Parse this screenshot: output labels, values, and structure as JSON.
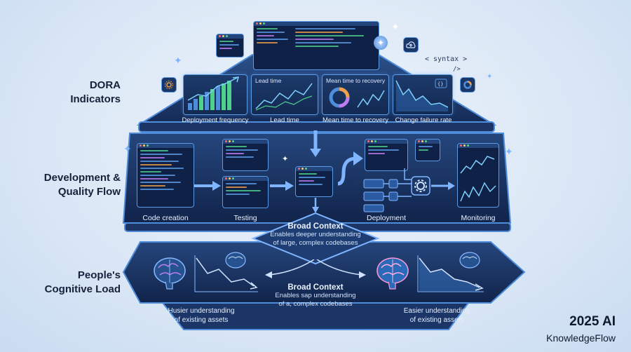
{
  "side_labels": {
    "dora_line1": "DORA",
    "dora_line2": "Indicators",
    "dev_line1": "Development &",
    "dev_line2": "Quality Flow",
    "people_line1": "People's",
    "people_line2": "Cognitive Load"
  },
  "dora": {
    "tiles": [
      {
        "header": "",
        "label": "Deployment frequency"
      },
      {
        "header": "Lead time",
        "label": "Lead time"
      },
      {
        "header": "Mean time to recovery",
        "label": "Mean time to recovery"
      },
      {
        "header": "",
        "label": "Change failure rate"
      }
    ],
    "syntax_tag": "< syntax >",
    "syntax_close": "/>"
  },
  "dev_flow": {
    "stages": [
      "Code creation",
      "Testing",
      "Deployment",
      "Monitoring"
    ],
    "context_title": "Broad Context",
    "context_body_1": "Enables deeper understanding",
    "context_body_2": "of large, complex codebases"
  },
  "cognitive": {
    "context_title": "Broad Context",
    "context_body_1": "Enables sap understanding",
    "context_body_2": "of a, complex codebases",
    "left_caption_1": "Husier understanding",
    "left_caption_2": "of existing assets",
    "right_caption_1": "Easier understanding",
    "right_caption_2": "of existing assets"
  },
  "brand": {
    "year": "2025 AI",
    "name": "KnowledgeFlow"
  },
  "colors": {
    "accent": "#5b9be6",
    "navy": "#132a52",
    "green": "#4fd18b",
    "orange": "#f0a04a",
    "purple": "#c07cf0"
  },
  "icons": [
    "cloud-upload-icon",
    "gear-icon",
    "sparkle-icon",
    "brain-icon",
    "donut-chart-icon",
    "code-icon"
  ]
}
